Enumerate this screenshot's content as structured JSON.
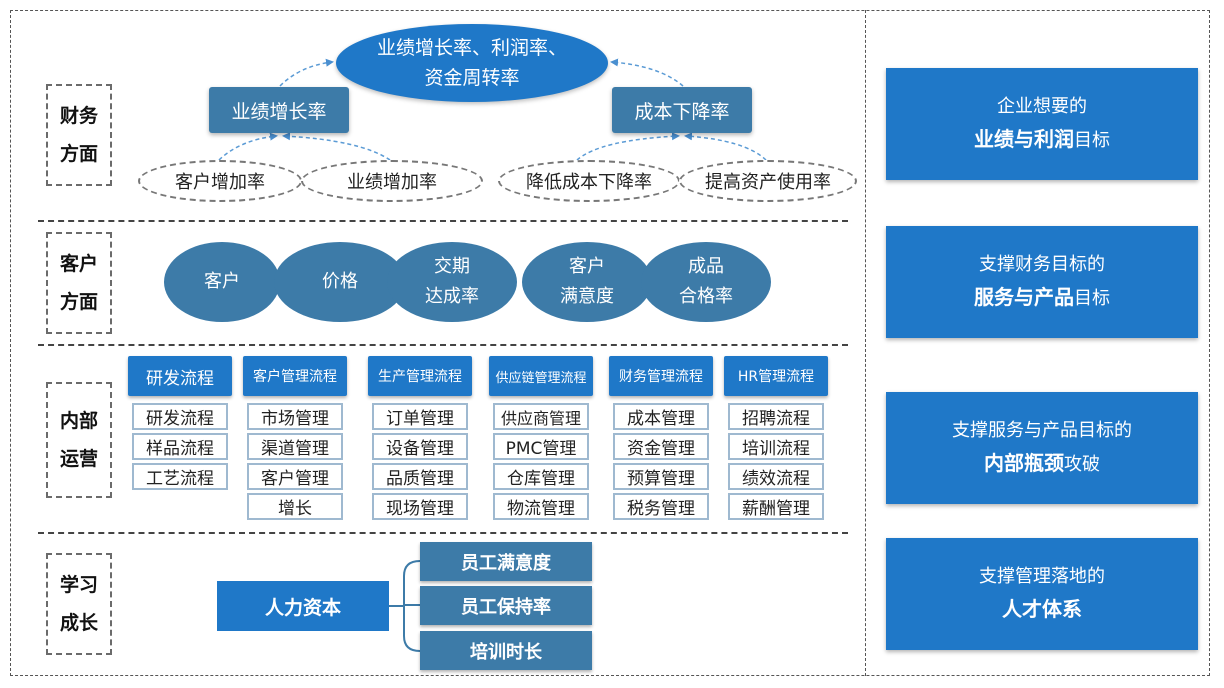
{
  "categories": {
    "financial": [
      "财务",
      "方面"
    ],
    "customer": [
      "客户",
      "方面"
    ],
    "internal": [
      "内部",
      "运营"
    ],
    "learning": [
      "学习",
      "成长"
    ]
  },
  "financial": {
    "top": [
      "业绩增长率、利润率、",
      "资金周转率"
    ],
    "left_box": "业绩增长率",
    "right_box": "成本下降率",
    "drivers": [
      "客户增加率",
      "业绩增加率",
      "降低成本下降率",
      "提高资产使用率"
    ]
  },
  "customer": {
    "items": [
      [
        "客户"
      ],
      [
        "价格"
      ],
      [
        "交期",
        "达成率"
      ],
      [
        "客户",
        "满意度"
      ],
      [
        "成品",
        "合格率"
      ]
    ]
  },
  "internal": {
    "groups": [
      {
        "title": "研发流程",
        "items": [
          "研发流程",
          "样品流程",
          "工艺流程"
        ]
      },
      {
        "title": "客户管理流程",
        "items": [
          "市场管理",
          "渠道管理",
          "客户管理",
          "增长"
        ]
      },
      {
        "title": "生产管理流程",
        "items": [
          "订单管理",
          "设备管理",
          "品质管理",
          "现场管理"
        ]
      },
      {
        "title": "供应链管理流程",
        "items": [
          "供应商管理",
          "PMC管理",
          "仓库管理",
          "物流管理"
        ]
      },
      {
        "title": "财务管理流程",
        "items": [
          "成本管理",
          "资金管理",
          "预算管理",
          "税务管理"
        ]
      },
      {
        "title": "HR管理流程",
        "items": [
          "招聘流程",
          "培训流程",
          "绩效流程",
          "薪酬管理"
        ]
      }
    ]
  },
  "learning": {
    "root": "人力资本",
    "items": [
      "员工满意度",
      "员工保持率",
      "培训时长"
    ]
  },
  "right_panel": [
    {
      "line1": "企业想要的",
      "bold": "业绩与利润",
      "suffix": "目标"
    },
    {
      "line1": "支撑财务目标的",
      "bold": "服务与产品",
      "suffix": "目标"
    },
    {
      "line1": "支撑服务与产品目标的",
      "bold": "内部瓶颈",
      "suffix": "攻破"
    },
    {
      "line1": "支撑管理落地的",
      "bold": "人才体系",
      "suffix": ""
    }
  ],
  "colors": {
    "primary_blue": "#1f78c8",
    "steel_blue": "#3d7ba8",
    "item_border": "#9fb9d0"
  }
}
